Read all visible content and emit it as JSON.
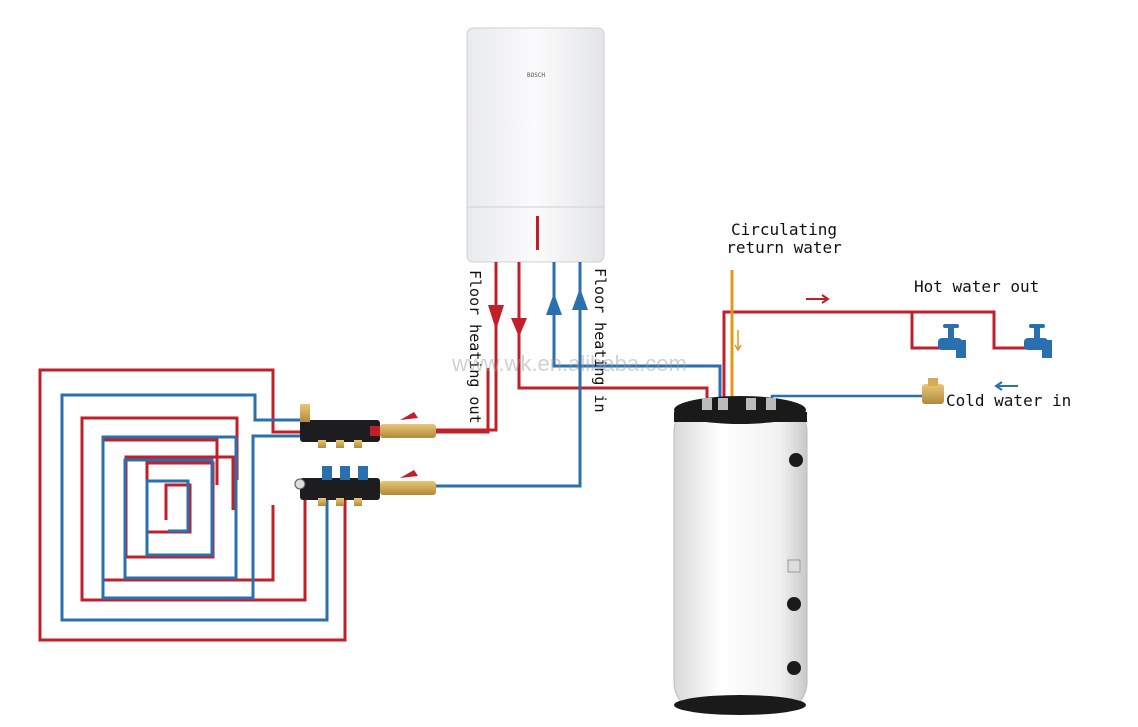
{
  "boiler": {
    "brand": "BOSCH"
  },
  "labels": {
    "floor_heating_out": "Floor heating out",
    "floor_heating_in": "Floor heating in",
    "circulating_return_line1": "Circulating",
    "circulating_return_line2": "return water",
    "hot_water_out": "Hot water out",
    "cold_water_in": "Cold water in"
  },
  "watermark": "www.wk.en.alibaba.com",
  "colors": {
    "hot": "#c0202a",
    "cold": "#2a6fae",
    "circulating": "#e8951e"
  }
}
